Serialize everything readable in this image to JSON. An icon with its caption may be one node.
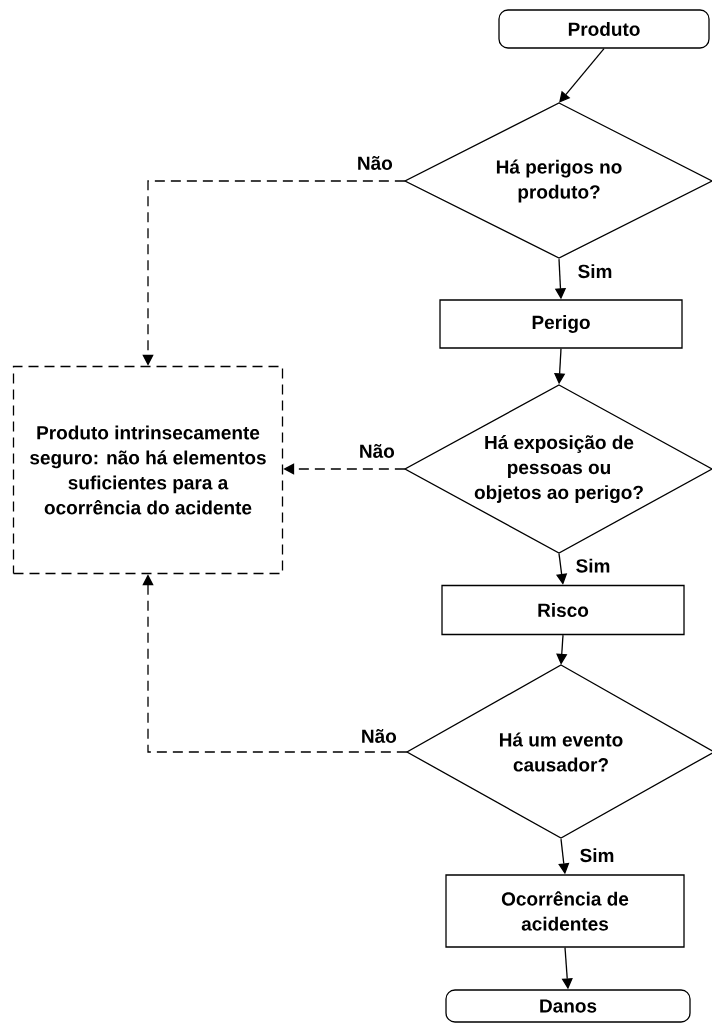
{
  "diagram": {
    "nodes": [
      {
        "text": [
          "Produto"
        ]
      },
      {
        "text": [
          "Há perigos no produto?"
        ]
      },
      {
        "text": [
          "Perigo"
        ]
      },
      {
        "text": [
          "Há exposição de pessoas ou objetos ao perigo?"
        ]
      },
      {
        "text": [
          "Risco"
        ]
      },
      {
        "text": [
          "Há um evento causador?"
        ]
      },
      {
        "text": [
          "Ocorrência de acidentes"
        ]
      },
      {
        "text": [
          "Danos"
        ]
      },
      {
        "text": [
          "Produto intrinsecamente seguro: não há elementos suficientes para a ocorrência do acidente"
        ]
      }
    ],
    "edges": [
      {
        "from": 0,
        "to": 1,
        "arrow": "to"
      },
      {
        "from": 1,
        "to": 2,
        "arrow": "to",
        "label": "Sim"
      },
      {
        "from": 2,
        "to": 3,
        "arrow": "to"
      },
      {
        "from": 3,
        "to": 4,
        "arrow": "to",
        "label": "Sim"
      },
      {
        "from": 4,
        "to": 5,
        "arrow": "to"
      },
      {
        "from": 5,
        "to": 6,
        "arrow": "to",
        "label": "Sim"
      },
      {
        "from": 6,
        "to": 7,
        "arrow": "to"
      },
      {
        "from": 1,
        "to": 8,
        "arrow": "to",
        "label": "Não",
        "style": "dashed"
      },
      {
        "from": 3,
        "to": 8,
        "arrow": "to",
        "label": "Não",
        "style": "dashed"
      },
      {
        "from": 5,
        "to": 8,
        "arrow": "to",
        "label": "Não",
        "style": "dashed"
      }
    ]
  }
}
